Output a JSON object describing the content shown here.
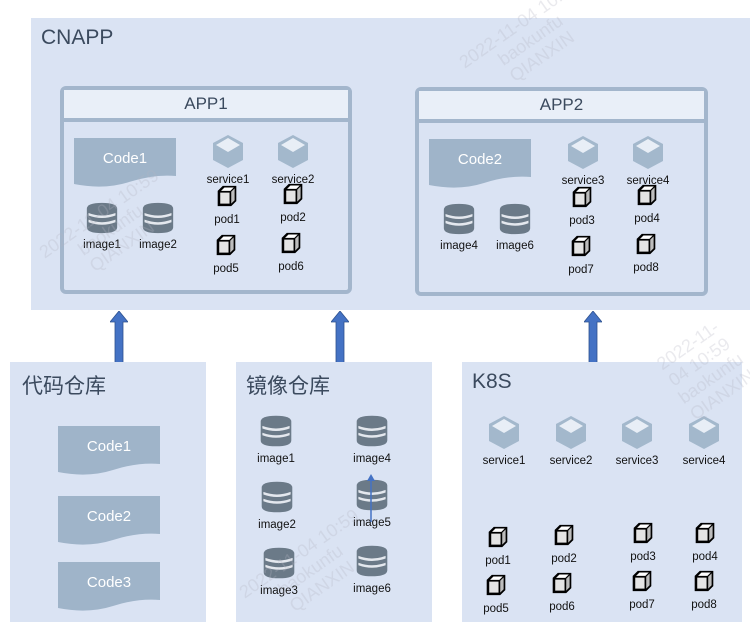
{
  "colors": {
    "panel_bg": "#dae3f3",
    "app_border": "#a3b6cc",
    "code_fill": "#9fb4c9",
    "service_fill": "#a3b8cc",
    "image_fill": "#6b7a88",
    "pod_fill": "#e4e4e4",
    "arrow": "#4472c4"
  },
  "cnapp": {
    "title": "CNAPP",
    "apps": [
      {
        "title": "APP1",
        "code": "Code1",
        "images": [
          "image1",
          "image2"
        ],
        "services": [
          "service1",
          "service2"
        ],
        "pods": [
          "pod1",
          "pod2",
          "pod5",
          "pod6"
        ]
      },
      {
        "title": "APP2",
        "code": "Code2",
        "images": [
          "image4",
          "image6"
        ],
        "services": [
          "service3",
          "service4"
        ],
        "pods": [
          "pod3",
          "pod4",
          "pod7",
          "pod8"
        ]
      }
    ]
  },
  "code_repo": {
    "title": "代码仓库",
    "codes": [
      "Code1",
      "Code2",
      "Code3"
    ]
  },
  "image_repo": {
    "title": "镜像仓库",
    "images": [
      "image1",
      "image4",
      "image2",
      "image5",
      "image3",
      "image6"
    ]
  },
  "k8s": {
    "title": "K8S",
    "services": [
      "service1",
      "service2",
      "service3",
      "service4"
    ],
    "pods": [
      "pod1",
      "pod2",
      "pod3",
      "pod4",
      "pod5",
      "pod6",
      "pod7",
      "pod8"
    ]
  },
  "watermark": [
    "2022-11-04 10:59",
    "baokunfu",
    "QIANXIN"
  ]
}
